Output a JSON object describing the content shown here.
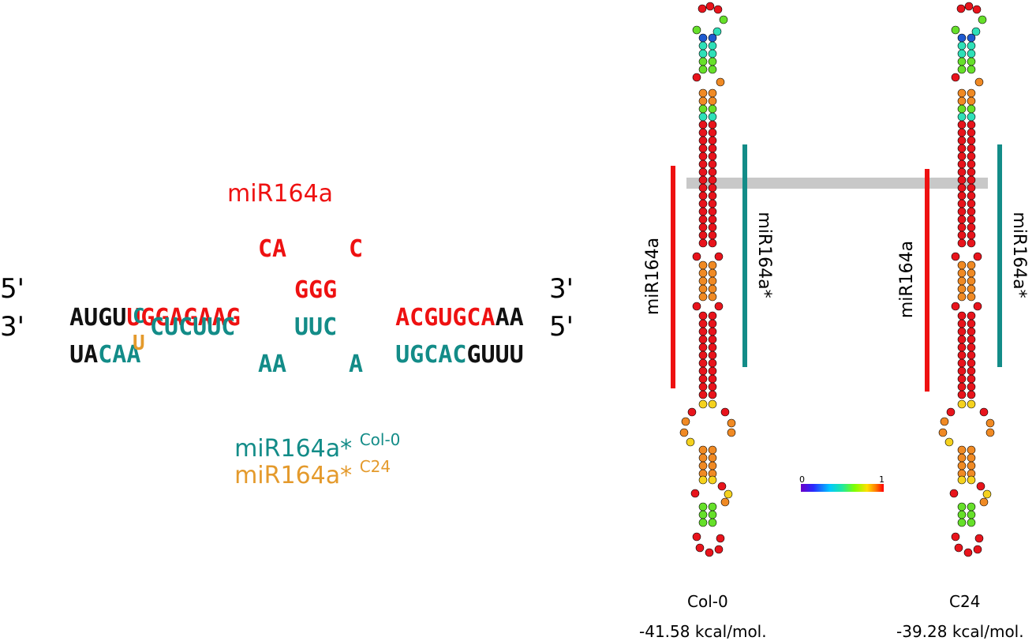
{
  "duplex": {
    "title": "miR164a",
    "bulge_top_1": "CA",
    "bulge_top_2": "C",
    "five_prime": "5'",
    "three_prime": "3'",
    "top": {
      "black_left": "AUGU",
      "red_1": "UGGAGAAG",
      "red_2": "GGG",
      "red_3": "ACGUGCA",
      "black_right": "AA"
    },
    "bottom": {
      "black_left": "UA",
      "teal_1": "CAA",
      "variant_col": "C",
      "variant_c24": "U",
      "teal_2": "CUCUUC",
      "teal_3": "UUC",
      "teal_4": "UGCAC",
      "black_right": "GUUU"
    },
    "bulge_bottom_1": "AA",
    "bulge_bottom_2": "A",
    "legend": {
      "col0_label": "miR164a*",
      "col0_sup": "Col-0",
      "c24_label": "miR164a*",
      "c24_sup": "C24",
      "col0_color": "#138c88",
      "c24_color": "#e49a2c"
    }
  },
  "structures": [
    {
      "name": "Col-0",
      "energy": "-41.58 kcal/mol.",
      "mir_label": "miR164a",
      "star_label": "miR164a*"
    },
    {
      "name": "C24",
      "energy": "-39.28 kcal/mol.",
      "mir_label": "miR164a",
      "star_label": "miR164a*"
    }
  ],
  "scale": {
    "min": "0",
    "max": "1"
  },
  "colors": {
    "mir": "#ee1111",
    "star": "#138c88",
    "highlight": "#c8c8c8"
  }
}
